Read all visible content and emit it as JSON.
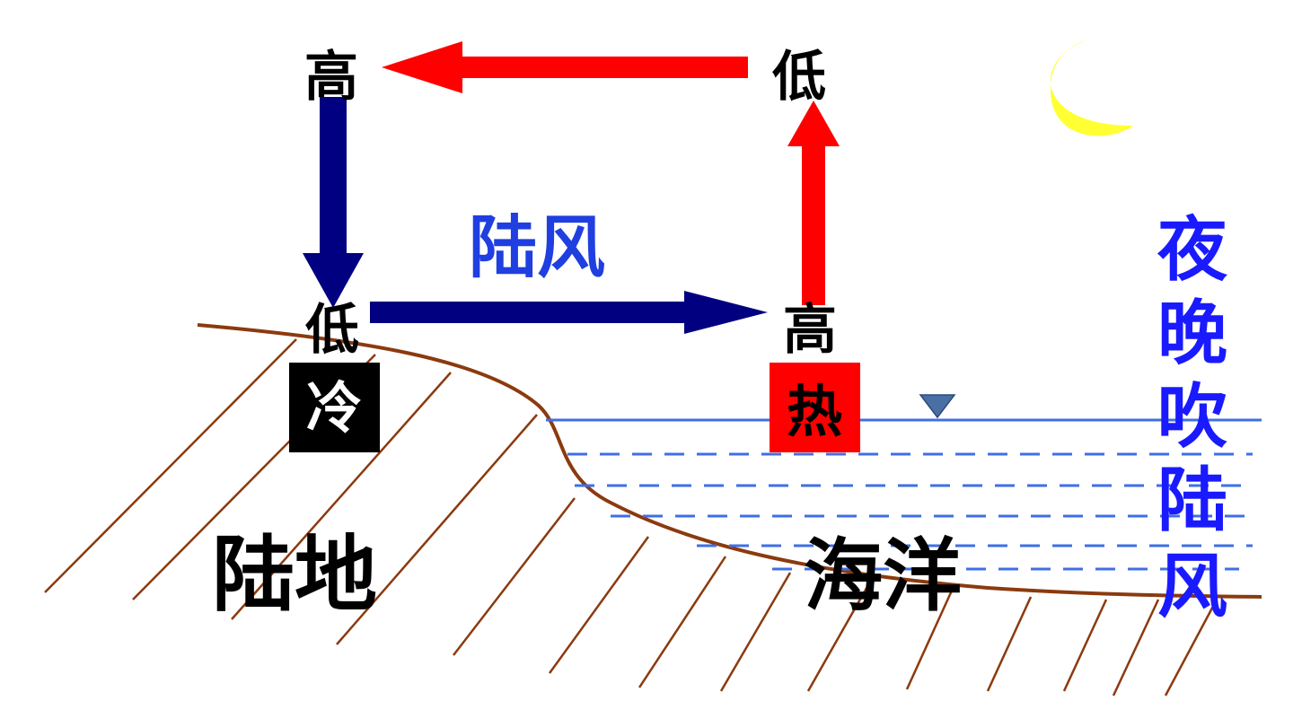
{
  "labels": {
    "high_top_left": "高",
    "low_top_right": "低",
    "low_ground_left": "低",
    "high_ground_right": "高",
    "cold": "冷",
    "hot": "热",
    "land_breeze": "陆风",
    "land": "陆地",
    "ocean": "海洋",
    "title_vertical": [
      "夜",
      "晚",
      "吹",
      "陆",
      "风"
    ]
  },
  "colors": {
    "warm_arrow": "#ff0000",
    "cold_arrow": "#000080",
    "coast_line": "#8b3a0f",
    "water_line": "#3f6fe6",
    "title_blue": "#1a1aff",
    "label_blue": "#1f3fe0",
    "moon": "#ffff33",
    "cold_box": "#000000",
    "hot_box": "#ff0000"
  },
  "icons": {
    "moon": "crescent-moon-icon",
    "water_marker": "water-level-triangle-icon"
  }
}
